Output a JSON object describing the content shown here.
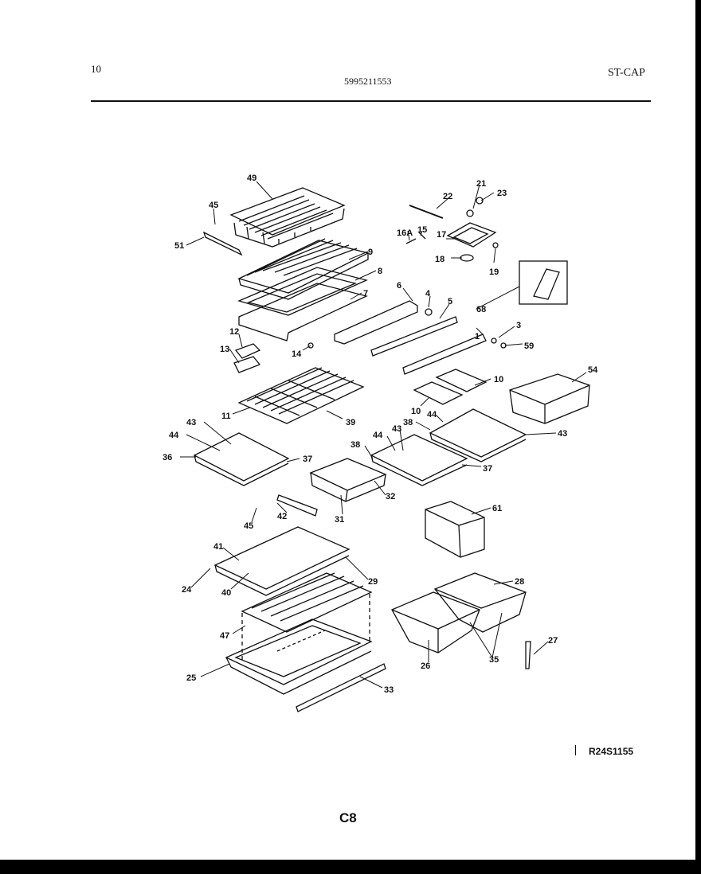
{
  "header": {
    "page_number": "10",
    "document_number": "5995211553",
    "model_code": "ST-CAP"
  },
  "footer": {
    "reference_code": "R24S1155",
    "page_code": "C8"
  },
  "callouts": [
    "49",
    "45",
    "51",
    "9",
    "8",
    "7",
    "6",
    "4",
    "5",
    "12",
    "13",
    "14",
    "22",
    "21",
    "23",
    "16A",
    "15",
    "17",
    "18",
    "19",
    "68",
    "3",
    "1",
    "59",
    "10",
    "10",
    "54",
    "11",
    "39",
    "43",
    "44",
    "36",
    "37",
    "38",
    "44",
    "43",
    "37",
    "38",
    "44",
    "43",
    "32",
    "31",
    "45",
    "42",
    "61",
    "41",
    "24",
    "40",
    "29",
    "28",
    "47",
    "25",
    "33",
    "26",
    "35",
    "27"
  ]
}
